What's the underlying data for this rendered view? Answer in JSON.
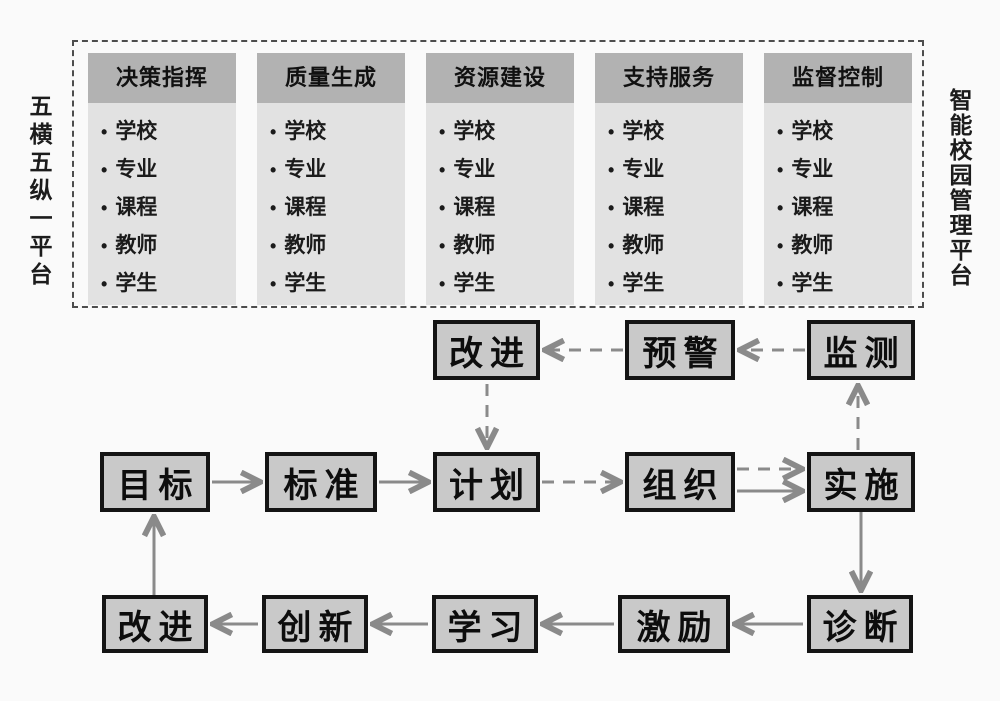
{
  "ui": {
    "bullet": "•"
  },
  "platform": {
    "left_label": "五横五纵一平台",
    "right_label": "智能校园管理平台",
    "columns": [
      {
        "title": "决策指挥",
        "items": [
          "学校",
          "专业",
          "课程",
          "教师",
          "学生"
        ]
      },
      {
        "title": "质量生成",
        "items": [
          "学校",
          "专业",
          "课程",
          "教师",
          "学生"
        ]
      },
      {
        "title": "资源建设",
        "items": [
          "学校",
          "专业",
          "课程",
          "教师",
          "学生"
        ]
      },
      {
        "title": "支持服务",
        "items": [
          "学校",
          "专业",
          "课程",
          "教师",
          "学生"
        ]
      },
      {
        "title": "监督控制",
        "items": [
          "学校",
          "专业",
          "课程",
          "教师",
          "学生"
        ]
      }
    ]
  },
  "flow": {
    "top_row": [
      "改进",
      "预警",
      "监测"
    ],
    "middle_row": [
      "目标",
      "标准",
      "计划",
      "组织",
      "实施"
    ],
    "bottom_row": [
      "改进",
      "创新",
      "学习",
      "激励",
      "诊断"
    ]
  },
  "colors": {
    "column_header_bg": "#b2b2b2",
    "column_body_bg": "#e2e2e2",
    "flow_box_bg": "#c9c9c9",
    "flow_box_border": "#141414",
    "arrow": "#8a8a8a",
    "container_border": "#4d4d4d"
  }
}
